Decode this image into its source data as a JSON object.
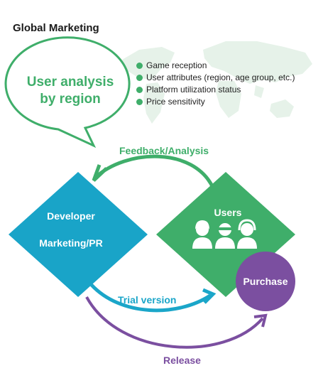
{
  "title": "Global Marketing",
  "bubble": {
    "text_line1": "User analysis",
    "text_line2": "by region"
  },
  "bullets": [
    "Game reception",
    "User attributes (region, age group, etc.)",
    "Platform utilization status",
    "Price sensitivity"
  ],
  "developer": {
    "line1": "Developer",
    "line2": "Marketing/PR"
  },
  "users": {
    "label": "Users"
  },
  "purchase": {
    "label": "Purchase"
  },
  "arrows": {
    "feedback": "Feedback/Analysis",
    "trial": "Trial version",
    "release": "Release"
  },
  "colors": {
    "green": "#3fae6a",
    "cyan": "#1ba6c9",
    "purple": "#7b4fa0",
    "map": "#e6f2e9"
  },
  "icons": [
    "world-map-icon",
    "user-female-icon",
    "user-glasses-icon",
    "user-headset-icon"
  ]
}
